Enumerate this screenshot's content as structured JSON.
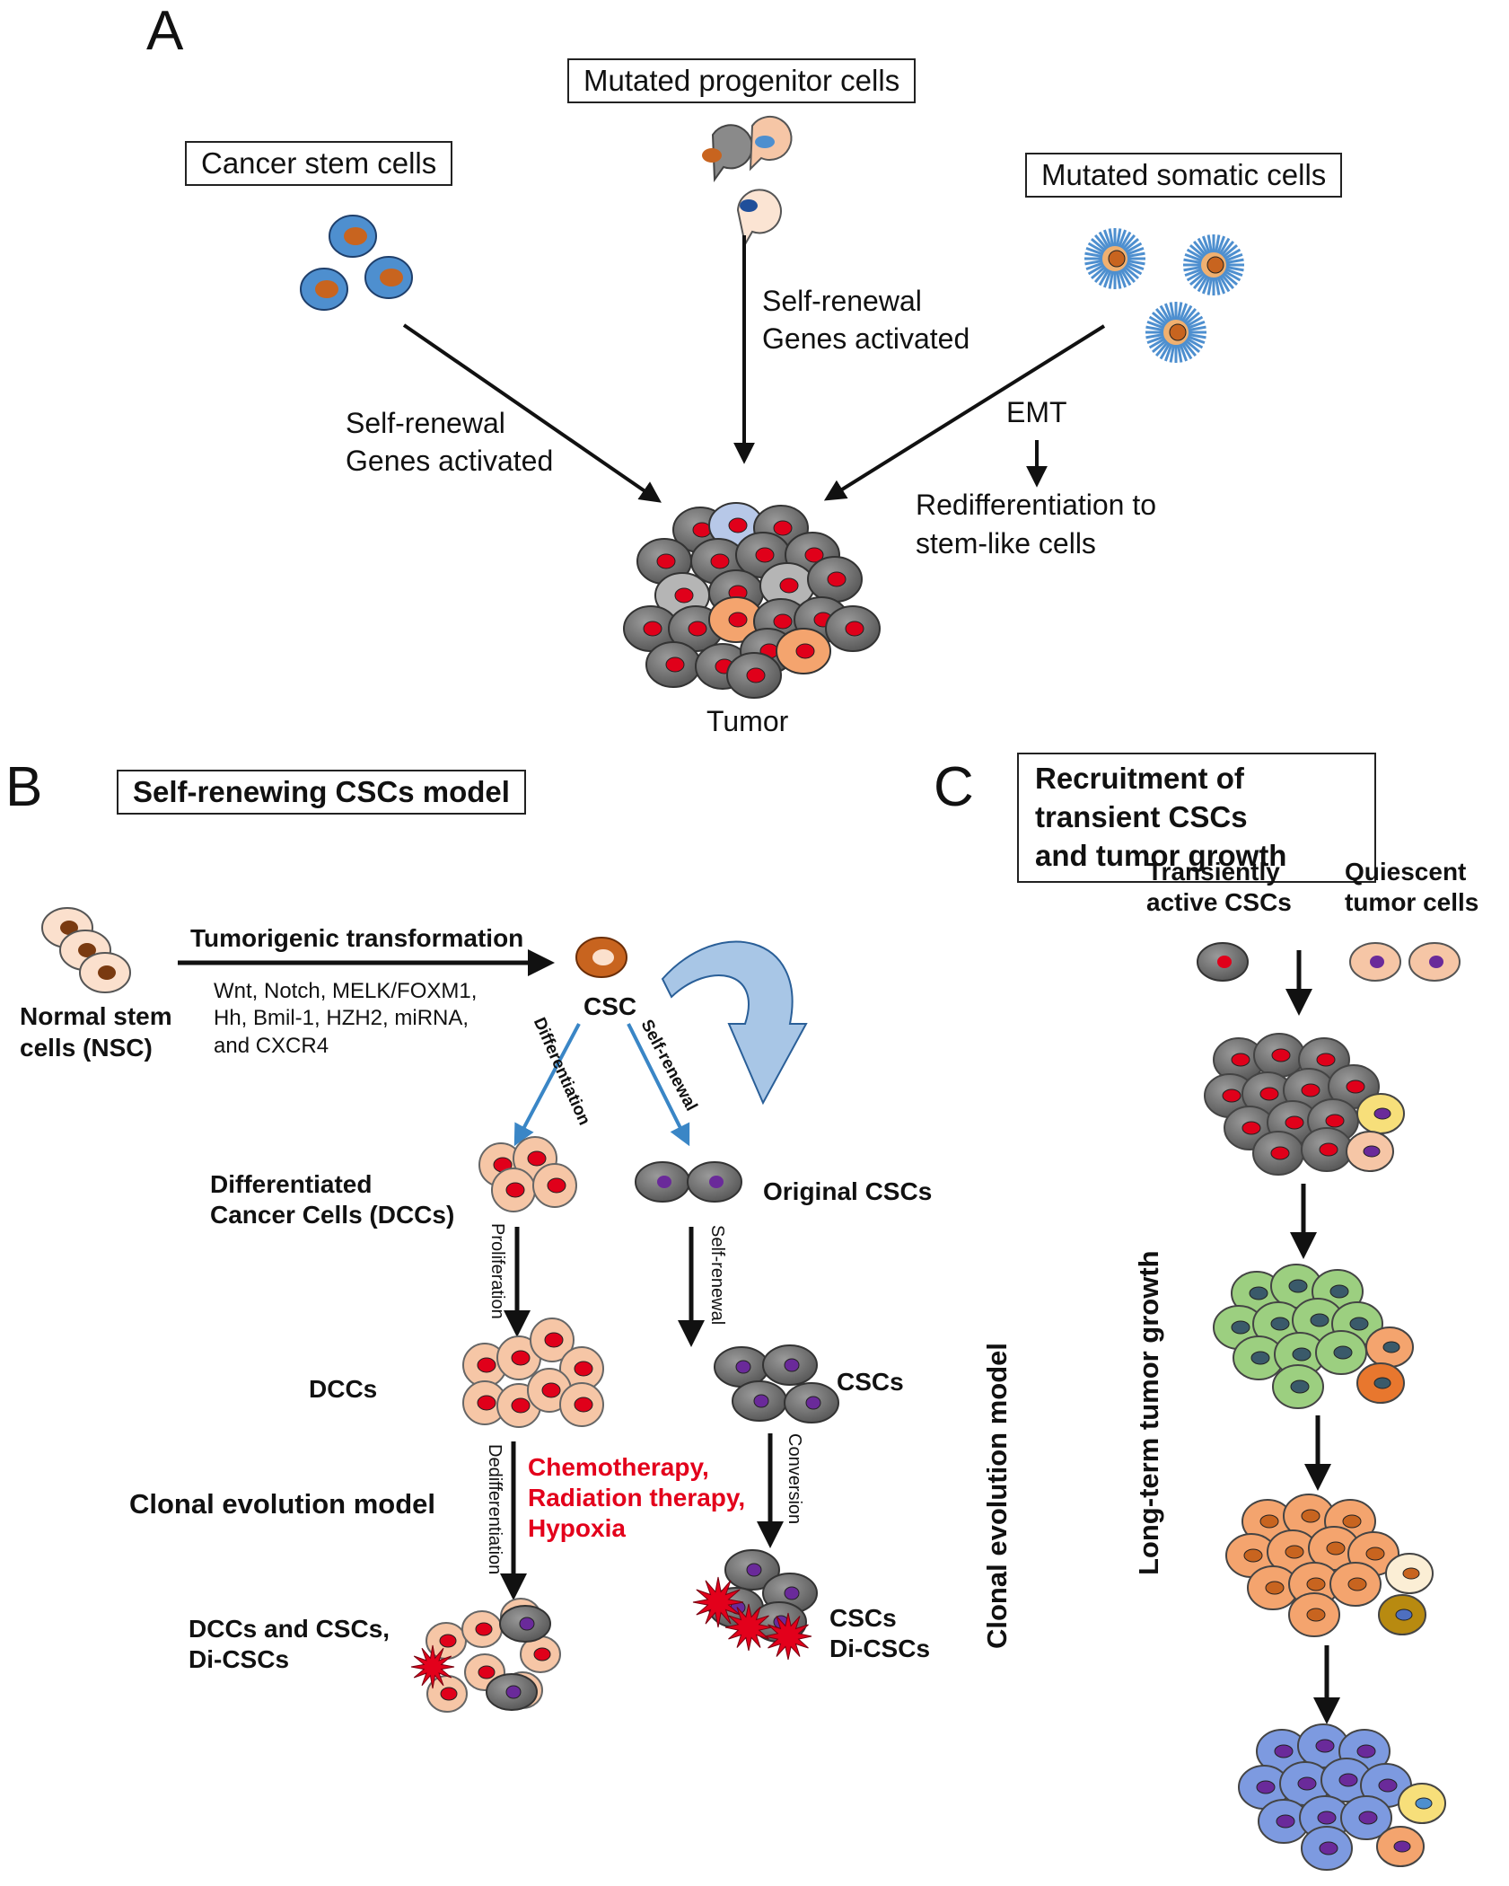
{
  "panels": {
    "a": "A",
    "b": "B",
    "c": "C"
  },
  "panel_a": {
    "source_boxes": [
      "Cancer stem cells",
      "Mutated progenitor cells",
      "Mutated somatic cells"
    ],
    "left_arrow_label": [
      "Self-renewal",
      "Genes activated"
    ],
    "middle_arrow_label": [
      "Self-renewal",
      "Genes activated"
    ],
    "emt": "EMT",
    "redifferentiation": [
      "Redifferentiation to",
      "stem-like cells"
    ],
    "tumor": "Tumor"
  },
  "panel_b": {
    "title": "Self-renewing CSCs model",
    "nsc": [
      "Normal stem",
      "cells (NSC)"
    ],
    "transformation": "Tumorigenic transformation",
    "factors": [
      "Wnt, Notch, MELK/FOXM1,",
      "Hh, Bmil-1, HZH2,  miRNA,",
      "and CXCR4"
    ],
    "csc": "CSC",
    "differentiation": "Differentiation",
    "self_renewal_top": "Self-renewal",
    "dcc_label": [
      "Differentiated",
      "Cancer Cells (DCCs)"
    ],
    "original_cscs": "Original  CSCs",
    "proliferation": "Proliferation",
    "self_renewal_mid": "Self-renewal",
    "dccs": "DCCs",
    "cscs": "CSCs",
    "dedifferentiation": "Dedifferentiation",
    "conversion": "Conversion",
    "clonal_evolution": "Clonal evolution model",
    "therapy": [
      "Chemotherapy,",
      "Radiation therapy,",
      "Hypoxia"
    ],
    "bottom_left": [
      "DCCs and CSCs,",
      "Di-CSCs"
    ],
    "bottom_right": [
      "CSCs",
      "Di-CSCs"
    ],
    "vertical_label": "Clonal evolution model"
  },
  "panel_c": {
    "title": [
      "Recruitment of transient CSCs",
      "and tumor growth"
    ],
    "transient": [
      "Transiently",
      "active CSCs"
    ],
    "quiescent": [
      "Quiescent",
      "tumor cells"
    ],
    "long_term": "Long-term tumor growth"
  },
  "colors": {
    "blue_cell": "#4e8fcf",
    "orange_nucleus": "#c8641f",
    "peach": "#f6c6a6",
    "gray_cell": "#6e6e6e",
    "red_nucleus": "#e0001a",
    "green_cell": "#9ccf80",
    "salmon_cell": "#f4a46e",
    "violet_cell": "#7d9ae0",
    "purple_nucleus": "#6a2a9a",
    "yellow_cell": "#f7df7a",
    "arrow_blue": "#3a86c6"
  }
}
